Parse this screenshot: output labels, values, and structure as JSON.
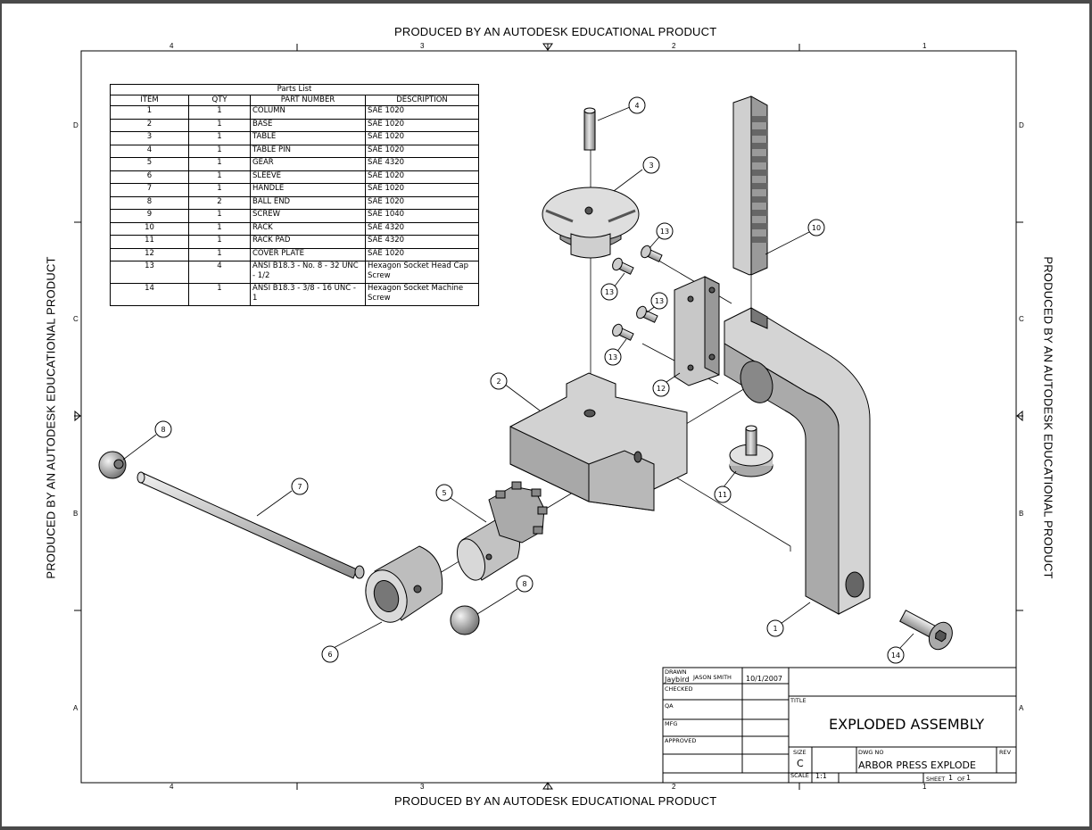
{
  "watermark": "PRODUCED BY AN AUTODESK EDUCATIONAL PRODUCT",
  "zones": {
    "columns": [
      "4",
      "3",
      "2",
      "1"
    ],
    "rows": [
      "D",
      "C",
      "B",
      "A"
    ]
  },
  "parts_list": {
    "title": "Parts List",
    "headers": [
      "ITEM",
      "QTY",
      "PART NUMBER",
      "DESCRIPTION"
    ],
    "rows": [
      [
        "1",
        "1",
        "COLUMN",
        "SAE 1020"
      ],
      [
        "2",
        "1",
        "BASE",
        "SAE 1020"
      ],
      [
        "3",
        "1",
        "TABLE",
        "SAE 1020"
      ],
      [
        "4",
        "1",
        "TABLE PIN",
        "SAE 1020"
      ],
      [
        "5",
        "1",
        "GEAR",
        "SAE 4320"
      ],
      [
        "6",
        "1",
        "SLEEVE",
        "SAE 1020"
      ],
      [
        "7",
        "1",
        "HANDLE",
        "SAE 1020"
      ],
      [
        "8",
        "2",
        "BALL END",
        "SAE 1020"
      ],
      [
        "9",
        "1",
        "SCREW",
        "SAE 1040"
      ],
      [
        "10",
        "1",
        "RACK",
        "SAE 4320"
      ],
      [
        "11",
        "1",
        "RACK PAD",
        "SAE 4320"
      ],
      [
        "12",
        "1",
        "COVER PLATE",
        "SAE 1020"
      ],
      [
        "13",
        "4",
        "ANSI B18.3 - No. 8 - 32 UNC - 1/2",
        "Hexagon Socket Head Cap Screw"
      ],
      [
        "14",
        "1",
        "ANSI B18.3 - 3/8 - 16 UNC - 1",
        "Hexagon Socket Machine Screw"
      ]
    ]
  },
  "balloons": [
    "1",
    "2",
    "3",
    "4",
    "5",
    "6",
    "7",
    "8",
    "8",
    "10",
    "11",
    "12",
    "13",
    "13",
    "13",
    "13",
    "14"
  ],
  "title_block": {
    "drawn_label": "DRAWN",
    "drawn_by": "Jaybird",
    "drawn_name": "JASON SMITH",
    "drawn_date": "10/1/2007",
    "checked_label": "CHECKED",
    "qa_label": "QA",
    "mfg_label": "MFG",
    "approved_label": "APPROVED",
    "title_label": "TITLE",
    "title": "EXPLODED ASSEMBLY",
    "size_label": "SIZE",
    "size": "C",
    "dwg_no_label": "DWG NO",
    "dwg_no": "ARBOR PRESS EXPLODE",
    "rev_label": "REV",
    "scale_label": "SCALE",
    "scale": "1:1",
    "sheet_label": "SHEET",
    "sheet_num": "1",
    "of_label": "OF",
    "sheet_total": "1"
  }
}
